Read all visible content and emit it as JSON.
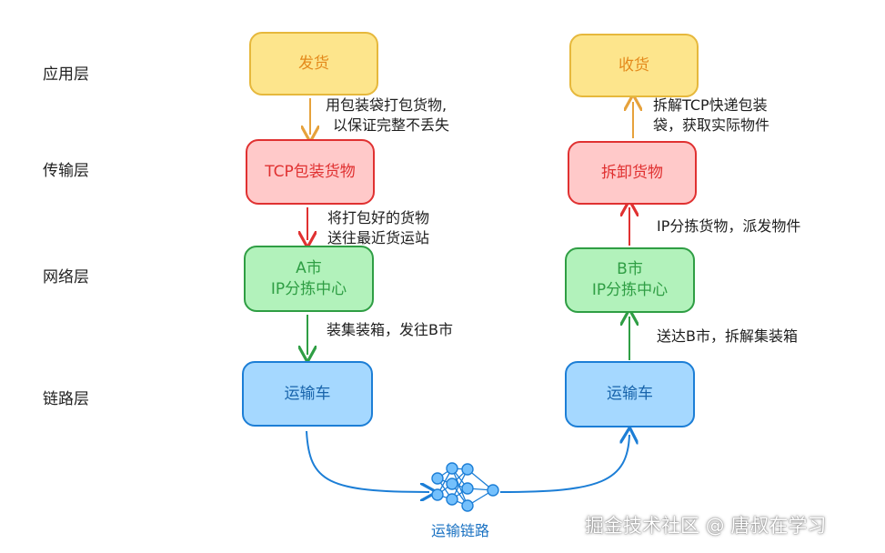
{
  "layers": {
    "application": "应用层",
    "transport": "传输层",
    "network": "网络层",
    "link": "链路层"
  },
  "left": {
    "ship": "发货",
    "tcp_pack": "TCP包装货物",
    "city_a": "A市",
    "ip_sort": "IP分拣中心",
    "truck": "运输车"
  },
  "right": {
    "receive": "收货",
    "unpack": "拆卸货物",
    "city_b": "B市",
    "ip_sort": "IP分拣中心",
    "truck": "运输车"
  },
  "notes": {
    "pack_line1": "用包装袋打包货物,",
    "pack_line2": "以保证完整不丢失",
    "send_line1": "将打包好的货物",
    "send_line2": "送往最近货运站",
    "container": "装集装箱，发往B市",
    "tcp_unpack_line1": "拆解TCP快递包装",
    "tcp_unpack_line2": "袋，获取实际物件",
    "ip_dispatch": "IP分拣货物，派发物件",
    "arrive_b": "送达B市，拆解集装箱"
  },
  "link_label": "运输链路",
  "watermark": "掘金技术社区 @ 唐叔在学习",
  "colors": {
    "orange": "#e6a23c",
    "red": "#e03131",
    "green": "#2f9e44",
    "blue": "#1c7ed6"
  }
}
